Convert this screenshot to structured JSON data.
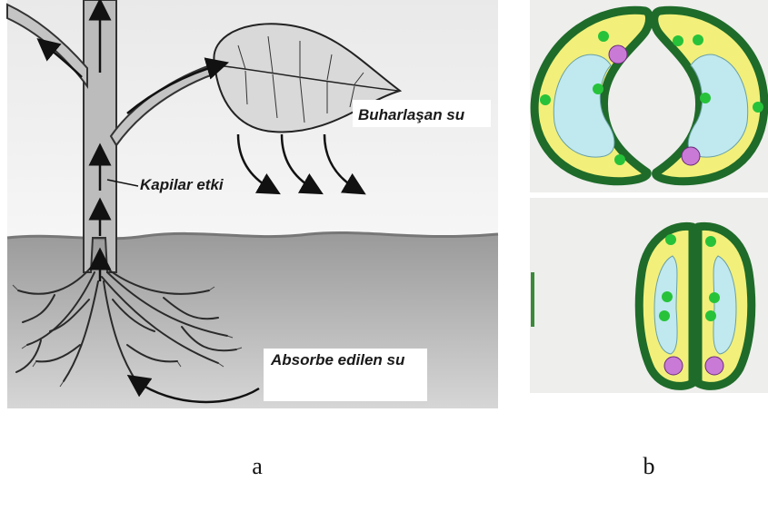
{
  "panel_a": {
    "labels": {
      "evaporated": "Buharlaşan su",
      "capillary": "Kapilar etki",
      "absorbed": "Absorbe edilen su"
    },
    "caption": "a"
  },
  "panel_b": {
    "caption": "b"
  },
  "colors": {
    "panel_bg": "#eeeeec",
    "soil": "#a9a9a9",
    "stem": "#bdbdbd",
    "guard_cell_wall": "#1f6b2a",
    "cytoplasm": "#f2f07a",
    "vacuole": "#bfe9ee",
    "chloroplast": "#27c23a",
    "nucleus": "#c97ad6"
  }
}
